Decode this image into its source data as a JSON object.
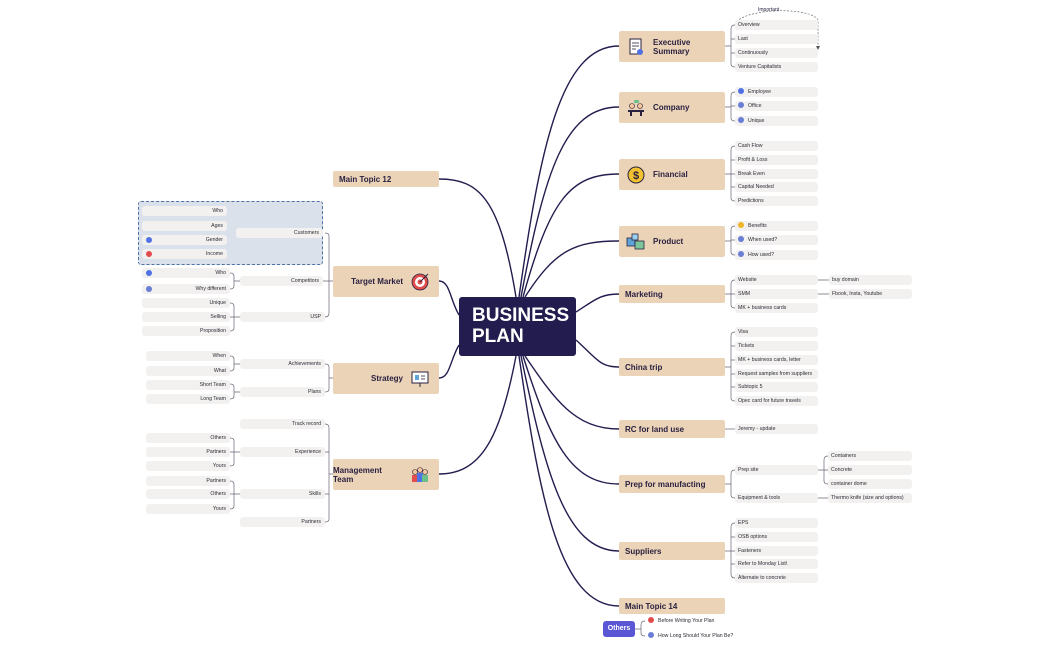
{
  "center": {
    "line1": "BUSINESS",
    "line2": "PLAN"
  },
  "right_topics": {
    "executive_summary": {
      "label": "Executive Summary",
      "icon": "document-icon",
      "items": [
        "Overview",
        "Last",
        "Continuously",
        "Venture Capitalists"
      ],
      "callout": "Important"
    },
    "company": {
      "label": "Company",
      "icon": "team-meeting-icon",
      "items": [
        "Employee",
        "Office",
        "Unique"
      ]
    },
    "financial": {
      "label": "Financial",
      "icon": "dollar-icon",
      "items": [
        "Cash Flow",
        "Profit & Loss",
        "Break Even",
        "Capital Needed",
        "Predictions"
      ]
    },
    "product": {
      "label": "Product",
      "icon": "boxes-icon",
      "items": [
        "Benefits",
        "When used?",
        "How used?"
      ]
    },
    "marketing": {
      "label": "Marketing",
      "items": [
        "Website",
        "SMM",
        "MK + business cards"
      ],
      "subitems": [
        "buy domain",
        "Fbook, Insta, Youtube"
      ]
    },
    "china_trip": {
      "label": "China trip",
      "items": [
        "Visa",
        "Tickets",
        "MK + business cards, letter",
        "Request samples from suppliers",
        "Subtopic 5",
        "Opec card for future travels"
      ]
    },
    "rc_land": {
      "label": "RC for land use",
      "items": [
        "Jeremy - update"
      ]
    },
    "prep": {
      "label": "Prep for manufacting",
      "items": [
        "Prep site",
        "Equipment & tools"
      ],
      "prep_site_items": [
        "Containers",
        "Concrete",
        "container dome"
      ],
      "equipment_items": [
        "Thermo knife (size and options)"
      ]
    },
    "suppliers": {
      "label": "Suppliers",
      "items": [
        "EPS",
        "OSB options",
        "Fasteners",
        "Refer to Monday List\\",
        "Alternate to concrete"
      ]
    },
    "main_topic_14": {
      "label": "Main Topic 14"
    }
  },
  "left_topics": {
    "main_topic_12": {
      "label": "Main Topic 12"
    },
    "target_market": {
      "label": "Target Market",
      "icon": "target-icon",
      "branches": [
        "Customers",
        "Competitors",
        "USP"
      ],
      "customers_items": [
        "Who",
        "Ages",
        "Gender",
        "Income"
      ],
      "competitors_items": [
        "Who",
        "Why different"
      ],
      "usp_items": [
        "Unique",
        "Selling",
        "Proposition"
      ]
    },
    "strategy": {
      "label": "Strategy",
      "icon": "presentation-icon",
      "branches": [
        "Achievements",
        "Plans"
      ],
      "achievements_items": [
        "When",
        "What"
      ],
      "plans_items": [
        "Short Team",
        "Long Team"
      ]
    },
    "management": {
      "label": "Management Team",
      "icon": "people-icon",
      "branches": [
        "Track record",
        "Experience",
        "Skills",
        "Partners"
      ],
      "experience_items": [
        "Others",
        "Partners",
        "Yours"
      ],
      "skills_items": [
        "Partners",
        "Others",
        "Yours"
      ]
    }
  },
  "others": {
    "label": "Others",
    "items": [
      "Before Writing Your Plan",
      "How Long Should Your Plan Be?"
    ]
  },
  "colors": {
    "center": "#221d4e",
    "topic": "#ebd3b8",
    "subtopic": "#f2f1ef",
    "connector": "#221d4e"
  }
}
